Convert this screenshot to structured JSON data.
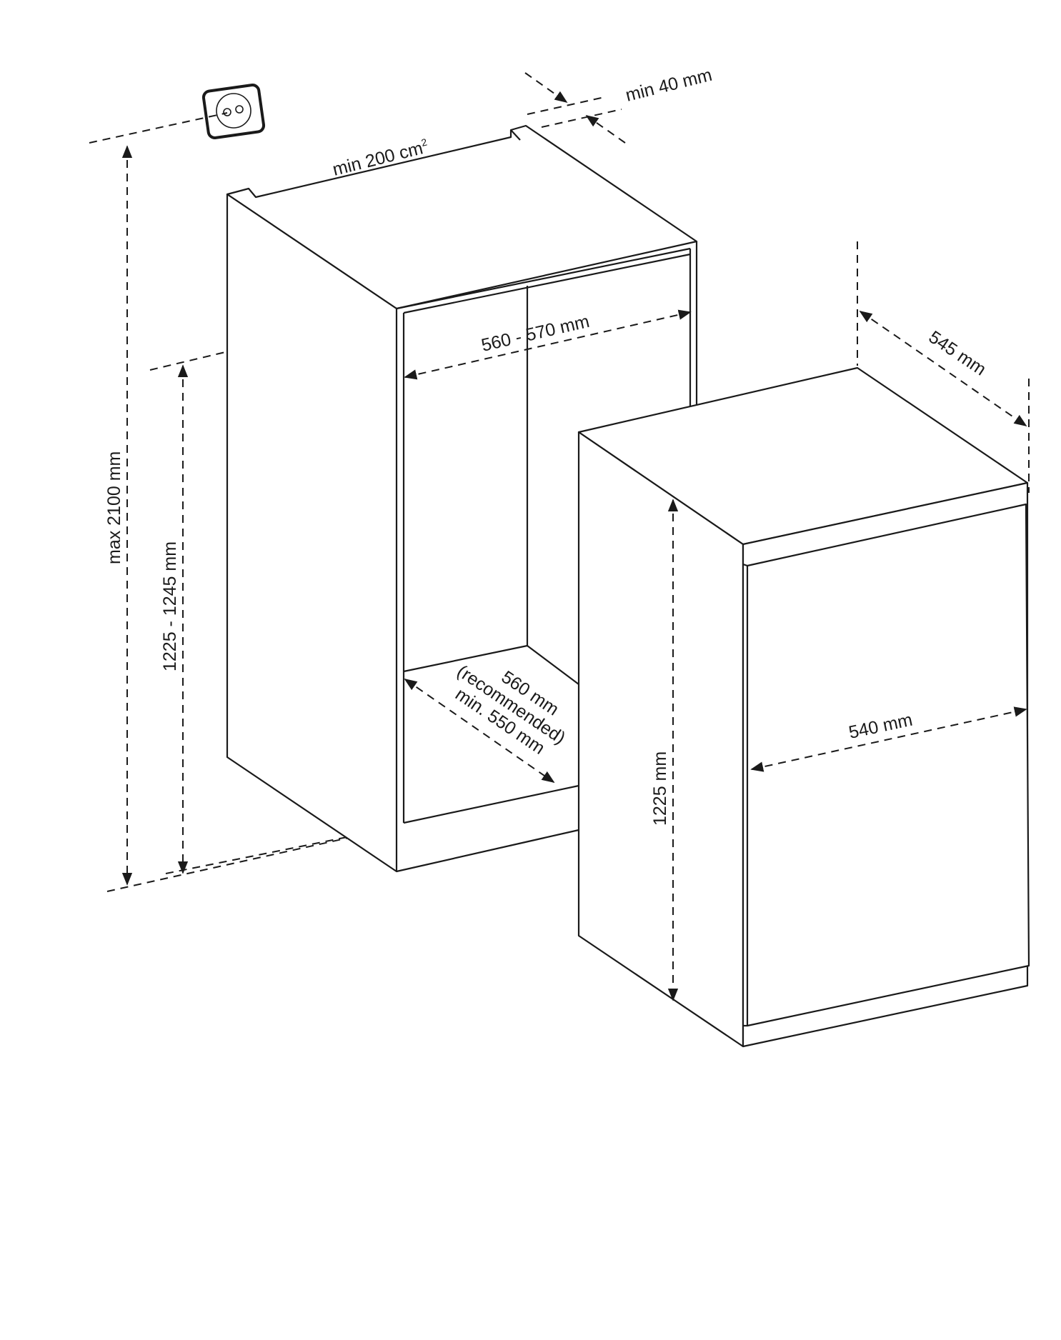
{
  "diagram": {
    "title": "Built-in refrigerator installation dimensions",
    "labels": {
      "vent_area": "min 200 cm",
      "vent_area_sup": "2",
      "top_clearance": "min 40 mm",
      "max_height": "max 2100 mm",
      "niche_height": "1225 - 1245 mm",
      "niche_width": "560 - 570 mm",
      "niche_depth_line1": "560 mm",
      "niche_depth_line2": "(recommended)",
      "niche_depth_line3": "min. 550 mm",
      "appliance_depth": "545 mm",
      "appliance_width": "540 mm",
      "appliance_height": "1225 mm"
    },
    "colors": {
      "line": "#1a1a1a",
      "background": "#ffffff"
    },
    "icons": [
      "power-socket-icon"
    ]
  }
}
